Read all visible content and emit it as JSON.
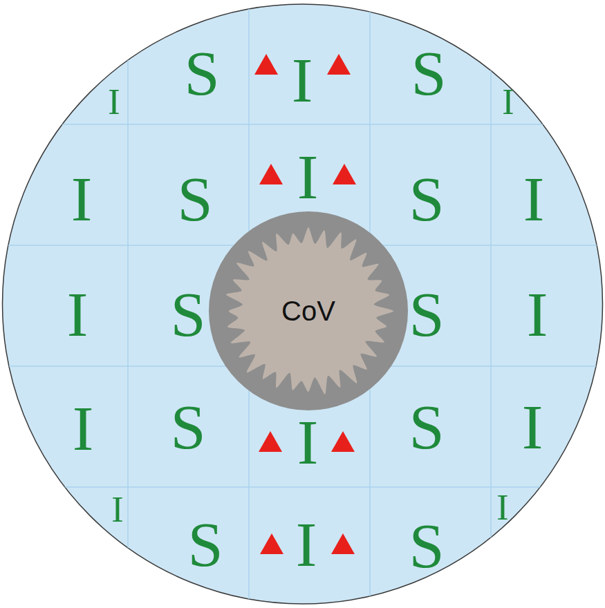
{
  "diagram": {
    "nodes": [
      {
        "text": [
          "CoV"
        ]
      }
    ],
    "labels": [
      "I",
      "S",
      "I",
      "S",
      "I",
      "I",
      "S",
      "I",
      "S",
      "I",
      "I",
      "S",
      "S",
      "I",
      "I",
      "S",
      "I",
      "S",
      "I",
      "I",
      "S",
      "I",
      "S",
      "I"
    ]
  }
}
